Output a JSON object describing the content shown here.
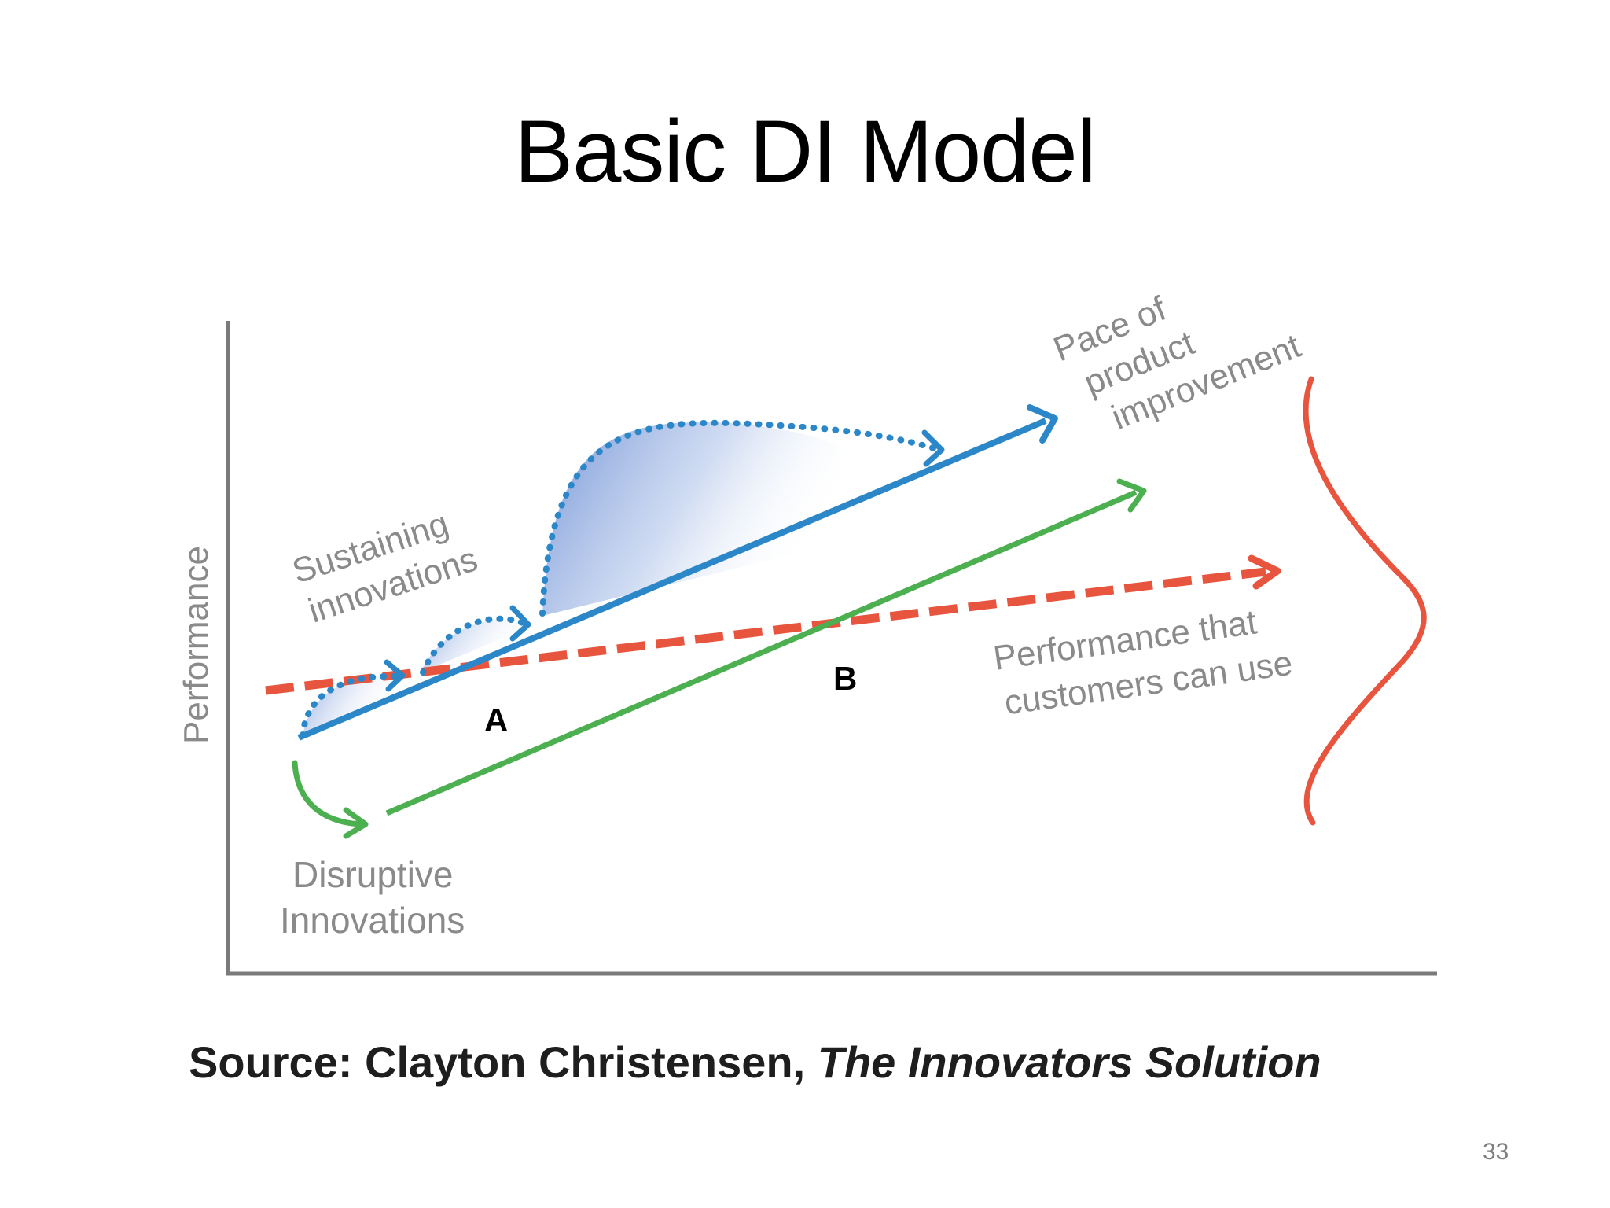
{
  "slide": {
    "title": "Basic DI Model",
    "page_number": "33"
  },
  "diagram": {
    "y_axis_label": "Performance",
    "labels": {
      "pace": [
        "Pace of",
        "product",
        "improvement"
      ],
      "sustaining": [
        "Sustaining",
        "innovations"
      ],
      "usable": [
        "Performance that",
        "customers can use"
      ],
      "disruptive": [
        "Disruptive",
        "Innovations"
      ]
    },
    "points": {
      "a": "A",
      "b": "B"
    },
    "colors": {
      "sustaining": "#2b87c8",
      "disruptive": "#4caf50",
      "customer_need": "#e8553f",
      "axis": "#7a7a7a"
    }
  },
  "source": {
    "prefix": "Source: Clayton Christensen, ",
    "book": "The Innovators Solution"
  }
}
